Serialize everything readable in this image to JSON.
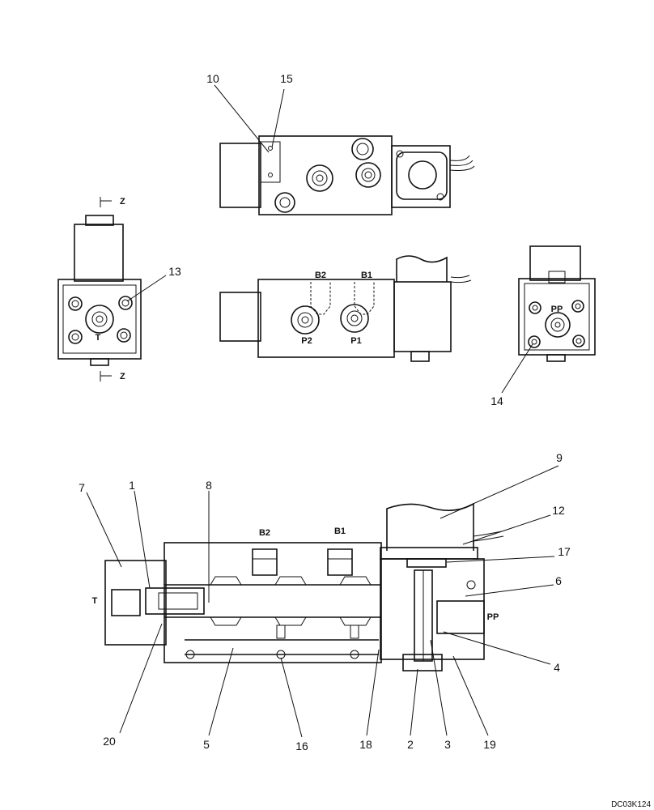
{
  "callouts": {
    "c1": "1",
    "c2": "2",
    "c3": "3",
    "c4": "4",
    "c5": "5",
    "c6": "6",
    "c7": "7",
    "c8": "8",
    "c9": "9",
    "c10": "10",
    "c12": "12",
    "c13": "13",
    "c14": "14",
    "c15": "15",
    "c16": "16",
    "c17": "17",
    "c18": "18",
    "c19": "19",
    "c20": "20"
  },
  "ports": {
    "b2": "B2",
    "b1": "B1",
    "p2": "P2",
    "p1": "P1",
    "t": "T",
    "pp": "PP",
    "z": "Z"
  },
  "drawing_code": "DC03K124"
}
